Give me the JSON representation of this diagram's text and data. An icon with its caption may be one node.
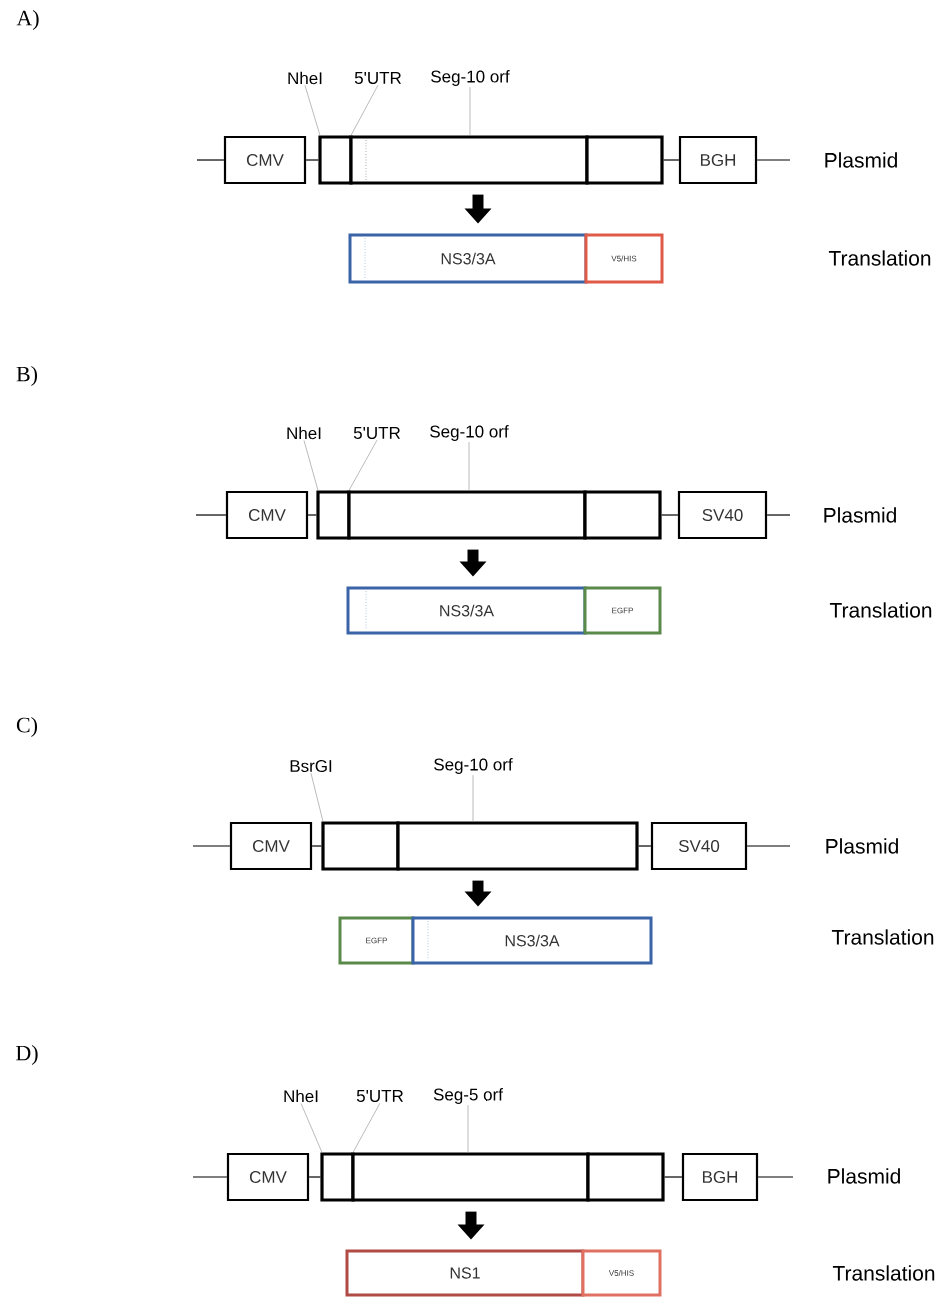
{
  "diagram": {
    "nodes": [
      {
        "text": [
          "NheI"
        ]
      },
      {
        "text": [
          "5'UTR"
        ]
      },
      {
        "text": [
          "Seg-10 orf"
        ]
      },
      {
        "text": [
          "CMV"
        ]
      },
      {
        "text": [],
        "shape": "box"
      },
      {
        "text": [],
        "shape": "box"
      },
      {
        "text": [],
        "shape": "box"
      },
      {
        "text": [
          "BGH"
        ]
      },
      {
        "text": [
          "NS3/3A"
        ]
      },
      {
        "text": [
          "V5/HIS"
        ]
      },
      {
        "text": [
          "NheI"
        ]
      },
      {
        "text": [
          "5'UTR"
        ]
      },
      {
        "text": [
          "Seg-10 orf"
        ]
      },
      {
        "text": [
          "CMV"
        ]
      },
      {
        "text": [],
        "shape": "box"
      },
      {
        "text": [],
        "shape": "box"
      },
      {
        "text": [],
        "shape": "box"
      },
      {
        "text": [
          "SV40"
        ]
      },
      {
        "text": [
          "NS3/3A"
        ]
      },
      {
        "text": [
          "EGFP"
        ]
      },
      {
        "text": [
          "BsrGI"
        ]
      },
      {
        "text": [
          "Seg-10 orf"
        ]
      },
      {
        "text": [
          "CMV"
        ]
      },
      {
        "text": [],
        "shape": "box"
      },
      {
        "text": [],
        "shape": "box"
      },
      {
        "text": [
          "SV40"
        ]
      },
      {
        "text": [
          "EGFP"
        ]
      },
      {
        "text": [
          "NS3/3A"
        ]
      },
      {
        "text": [
          "NheI"
        ]
      },
      {
        "text": [
          "5'UTR"
        ]
      },
      {
        "text": [
          "Seg-5 orf"
        ]
      },
      {
        "text": [
          "CMV"
        ]
      },
      {
        "text": [],
        "shape": "box"
      },
      {
        "text": [],
        "shape": "box"
      },
      {
        "text": [],
        "shape": "box"
      },
      {
        "text": [
          "BGH"
        ]
      },
      {
        "text": [
          "NS1"
        ]
      },
      {
        "text": [
          "V5/HIS"
        ]
      }
    ],
    "edges": [
      {
        "from": 0,
        "to": 4,
        "arrow": "none",
        "color": "#aaaaaa"
      },
      {
        "from": 1,
        "to": 4,
        "arrow": "none",
        "color": "#aaaaaa"
      },
      {
        "from": 2,
        "to": 5,
        "arrow": "none",
        "color": "#aaaaaa"
      },
      {
        "from": null,
        "to": 3,
        "arrow": "none"
      },
      {
        "from": 3,
        "to": 4,
        "arrow": "none"
      },
      {
        "from": 6,
        "to": 7,
        "arrow": "none"
      },
      {
        "from": 7,
        "to": null,
        "arrow": "none"
      },
      {
        "from": 5,
        "to": 8,
        "arrow": "to",
        "style": "thick"
      },
      {
        "from": 10,
        "to": 14,
        "arrow": "none",
        "color": "#aaaaaa"
      },
      {
        "from": 11,
        "to": 14,
        "arrow": "none",
        "color": "#aaaaaa"
      },
      {
        "from": 12,
        "to": 15,
        "arrow": "none",
        "color": "#aaaaaa"
      },
      {
        "from": null,
        "to": 13,
        "arrow": "none"
      },
      {
        "from": 13,
        "to": 14,
        "arrow": "none"
      },
      {
        "from": 16,
        "to": 17,
        "arrow": "none"
      },
      {
        "from": 17,
        "to": null,
        "arrow": "none"
      },
      {
        "from": 15,
        "to": 18,
        "arrow": "to",
        "style": "thick"
      },
      {
        "from": 20,
        "to": 23,
        "arrow": "none",
        "color": "#aaaaaa"
      },
      {
        "from": 21,
        "to": 24,
        "arrow": "none",
        "color": "#aaaaaa"
      },
      {
        "from": null,
        "to": 22,
        "arrow": "none"
      },
      {
        "from": 22,
        "to": 23,
        "arrow": "none"
      },
      {
        "from": 24,
        "to": 25,
        "arrow": "none"
      },
      {
        "from": 25,
        "to": null,
        "arrow": "none"
      },
      {
        "from": 24,
        "to": 27,
        "arrow": "to",
        "style": "thick"
      },
      {
        "from": 28,
        "to": 32,
        "arrow": "none",
        "color": "#aaaaaa"
      },
      {
        "from": 29,
        "to": 32,
        "arrow": "none",
        "color": "#aaaaaa"
      },
      {
        "from": 30,
        "to": 33,
        "arrow": "none",
        "color": "#aaaaaa"
      },
      {
        "from": null,
        "to": 31,
        "arrow": "none"
      },
      {
        "from": 31,
        "to": 32,
        "arrow": "none"
      },
      {
        "from": 34,
        "to": 35,
        "arrow": "none"
      },
      {
        "from": 35,
        "to": null,
        "arrow": "none"
      },
      {
        "from": 33,
        "to": 36,
        "arrow": "to",
        "style": "thick"
      }
    ],
    "labels": [
      "A)",
      "Plasmid",
      "Translation",
      "B)",
      "Plasmid",
      "Translation",
      "C)",
      "Plasmid",
      "Translation",
      "D)",
      "Plasmid",
      "Translation"
    ]
  }
}
